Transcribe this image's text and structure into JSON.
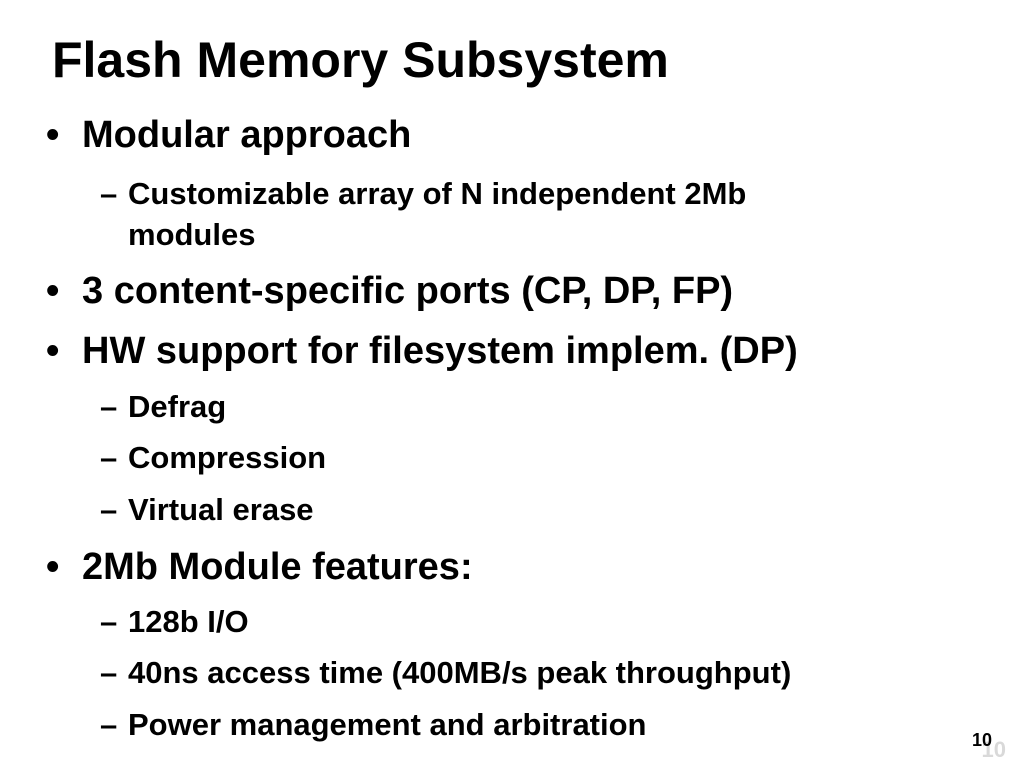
{
  "slide": {
    "title": "Flash Memory Subsystem",
    "bullet_char": "•",
    "dash_char": "–",
    "items": [
      {
        "text": "Modular approach"
      },
      {
        "text": "Customizable array of N independent 2Mb",
        "cont": "modules"
      },
      {
        "text": "3 content-specific ports (CP, DP, FP)"
      },
      {
        "text": "HW support for filesystem implem. (DP)"
      },
      {
        "text": "Defrag"
      },
      {
        "text": "Compression"
      },
      {
        "text": "Virtual erase"
      },
      {
        "text": "2Mb Module features:"
      },
      {
        "text": "128b I/O"
      },
      {
        "text": "40ns access time (400MB/s peak throughput)"
      },
      {
        "text": "Power management and arbitration"
      }
    ],
    "page_number": "10",
    "page_number_watermark": "10"
  }
}
